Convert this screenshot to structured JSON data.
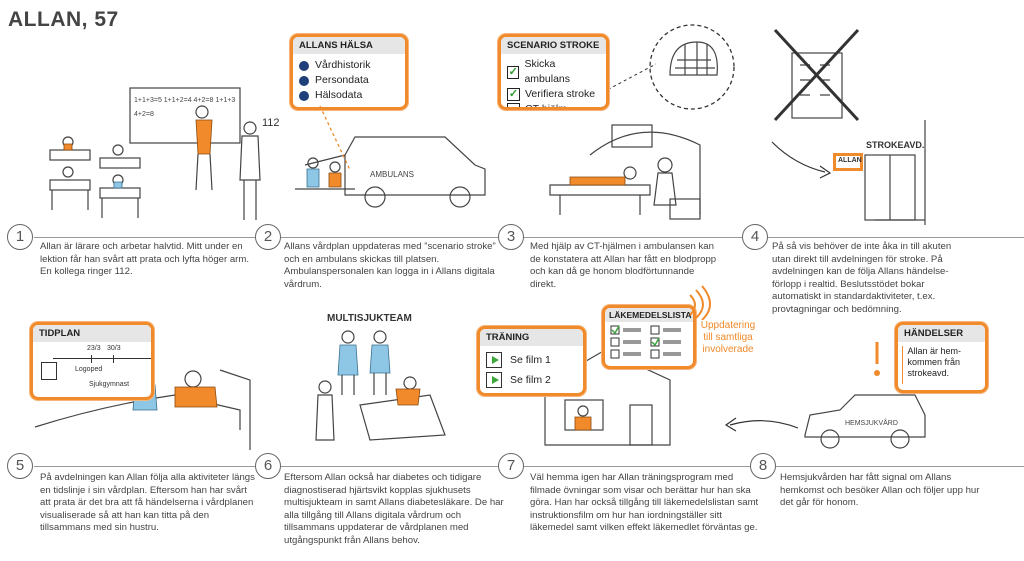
{
  "title": "ALLAN, 57",
  "panels": [
    {
      "num": "1",
      "text": "Allan är lärare och arbetar halvtid. Mitt under en lektion får han svårt att prata och lyfta höger arm. En kollega ringer 112."
    },
    {
      "num": "2",
      "text": "Allans vårdplan uppdateras med ”scenario stroke” och en ambulans skickas till platsen. Ambulanspersonalen kan logga in i Allans digitala vårdrum."
    },
    {
      "num": "3",
      "text": "Med hjälp av CT-hjälmen i ambulansen kan de konstatera att Allan har fått en blodpropp och kan då ge honom blodförtunnande direkt."
    },
    {
      "num": "4",
      "text": "På så vis behöver de inte åka in till akuten utan direkt till avdelningen för stroke. På avdelningen kan de följa Allans händelse-förlopp i realtid. Beslutsstödet bokar automatiskt in standardaktiviteter, t.ex. provtagningar och bedömning."
    },
    {
      "num": "5",
      "text": "På avdelningen kan Allan följa alla aktiviteter längs en tidslinje i sin vårdplan. Eftersom han har svårt att prata är det bra att få händelserna i vårdplanen visualiserade så att han kan titta på den tillsammans med sin hustru."
    },
    {
      "num": "6",
      "text": "Eftersom Allan också har diabetes och tidigare diagnostiserad hjärtsvikt kopplas sjukhusets multisjukteam in samt Allans diabetesläkare. De har alla tillgång till Allans digitala vårdrum och tillsammans uppdaterar de vårdplanen med utgångspunkt från Allans behov."
    },
    {
      "num": "7",
      "text": "Väl hemma igen har Allan träningsprogram med filmade övningar som visar och berättar hur han ska göra. Han har också tillgång till läkemedelslistan samt instruktionsfilm om hur han iordningställer sitt läkemedel samt vilken effekt läkemedlet förväntas ge."
    },
    {
      "num": "8",
      "text": "Hemsjukvården har fått signal om Allans hemkomst och besöker Allan och följer upp hur det går för honom."
    }
  ],
  "cards": {
    "allans_halsa": {
      "title": "ALLANS HÄLSA",
      "items": [
        "Vårdhistorik",
        "Persondata",
        "Hälsodata"
      ]
    },
    "scenario_stroke": {
      "title": "SCENARIO STROKE",
      "items": [
        "Skicka ambulans",
        "Verifiera stroke",
        "CT-hjälm"
      ]
    },
    "tidplan": {
      "title": "TIDPLAN",
      "date1": "23/3",
      "date2": "30/3",
      "item1": "Logoped",
      "item2": "Sjukgymnast"
    },
    "traning": {
      "title": "TRÄNING",
      "items": [
        "Se film 1",
        "Se film 2"
      ]
    },
    "lakemedelslista": {
      "title": "LÄKEMEDELSLISTA"
    },
    "handelser": {
      "title": "HÄNDELSER",
      "text": "Allan är hem-kommen från strokeavd."
    }
  },
  "labels": {
    "board_number": "112",
    "ambulance": "AMBULANS",
    "strokeavd": "STROKEAVD.",
    "screen_allan": "ALLAN",
    "multisjukteam": "MULTISJUKTEAM",
    "update_note": "Uppdatering till samtliga involverade",
    "hemsjukvard": "HEMSJUKVÅRD",
    "blackboard": "1+1+3=5  1+1+2=4  4+2=8  1+1+3"
  },
  "colors": {
    "accent": "#f08a2a",
    "bullet": "#1f3f7a",
    "check": "#3da63d",
    "header_bg": "#e6e6e6"
  }
}
